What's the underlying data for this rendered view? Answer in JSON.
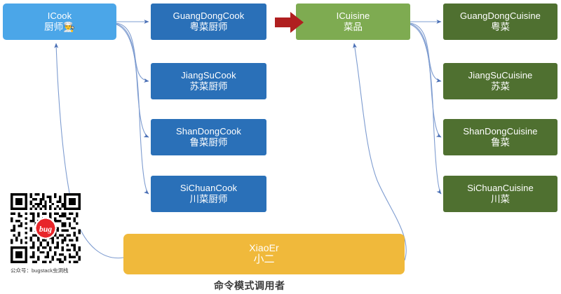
{
  "diagram": {
    "title_label": "命令模式调用者",
    "colors": {
      "receiver_interface": "#4BA6E8",
      "receiver_impl": "#2A70B8",
      "command_interface": "#7EAB51",
      "command_impl": "#4F7030",
      "invoker": "#F0B93B",
      "transition_arrow": "#B01F20",
      "edge_line": "#6E8FC7",
      "background": "#FFFFFF"
    },
    "left_group": {
      "interface": {
        "en": "ICook",
        "cn": "厨师",
        "emoji": "👨‍🍳"
      },
      "implementations": [
        {
          "en": "GuangDongCook",
          "cn": "粤菜厨师"
        },
        {
          "en": "JiangSuCook",
          "cn": "苏菜厨师"
        },
        {
          "en": "ShanDongCook",
          "cn": "鲁菜厨师"
        },
        {
          "en": "SiChuanCook",
          "cn": "川菜厨师"
        }
      ]
    },
    "right_group": {
      "interface": {
        "en": "ICuisine",
        "cn": "菜品"
      },
      "implementations": [
        {
          "en": "GuangDongCuisine",
          "cn": "粤菜"
        },
        {
          "en": "JiangSuCuisine",
          "cn": "苏菜"
        },
        {
          "en": "ShanDongCuisine",
          "cn": "鲁菜"
        },
        {
          "en": "SiChuanCuisine",
          "cn": "川菜"
        }
      ]
    },
    "invoker": {
      "en": "XiaoEr",
      "cn": "小二"
    },
    "qr": {
      "caption": "公众号：bugstack虫洞栈",
      "logo_text": "bug"
    }
  }
}
